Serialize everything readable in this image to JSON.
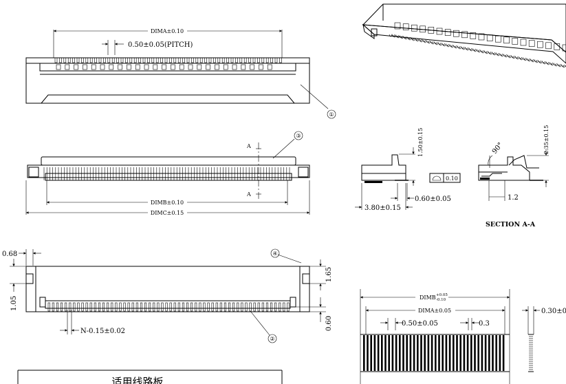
{
  "title": "",
  "dims": {
    "dima_top": "DIMA±0.10",
    "pitch": "0.50±0.05(PITCH)",
    "dimb_mid": "DIMB±0.10",
    "dimc": "DIMC±0.15",
    "section_a": "A",
    "d068": "0.68",
    "d105": "1.05",
    "d165": "1.65",
    "d060_bot": "0.60",
    "n_width": "N-0.15±0.02",
    "d150": "1.50±0.15",
    "d010": "0.10",
    "d060": "0.60±0.05",
    "d380": "3.80±0.15",
    "d235": "2.35±0.15",
    "d90": "90°",
    "d12": "1.2",
    "section_title": "SECTION A-A",
    "pcb_dimb": "DIMB",
    "pcb_dimb_tol_top": "+0.05",
    "pcb_dimb_tol_bot": "-0.10",
    "pcb_dima": "DIMA±0.05",
    "pcb_pitch": "0.50±0.05",
    "pcb_03": "0.3",
    "pcb_030": "0.30±0",
    "suitable_pcb": "适用线路板"
  },
  "callouts": [
    "①",
    "②",
    "③",
    "④"
  ]
}
